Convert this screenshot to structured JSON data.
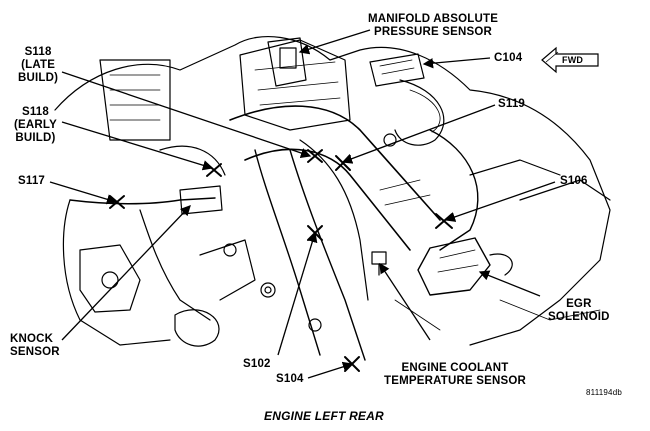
{
  "labels": {
    "map_sensor": [
      "MANIFOLD ABSOLUTE",
      "PRESSURE SENSOR"
    ],
    "c104": "C104",
    "s118_late": [
      "S118",
      "(LATE",
      "BUILD)"
    ],
    "s118_early": [
      "S118",
      "(EARLY",
      "BUILD)"
    ],
    "s119": "S119",
    "s117": "S117",
    "s106": "S106",
    "egr_solenoid": [
      "EGR",
      "SOLENOID"
    ],
    "knock_sensor": [
      "KNOCK",
      "SENSOR"
    ],
    "s102": "S102",
    "s104": "S104",
    "ect_sensor": [
      "ENGINE COOLANT",
      "TEMPERATURE SENSOR"
    ],
    "fwd": "FWD",
    "figure_id": "811194db",
    "caption": "ENGINE LEFT REAR"
  },
  "colors": {
    "ink": "#000000",
    "background": "#ffffff"
  }
}
